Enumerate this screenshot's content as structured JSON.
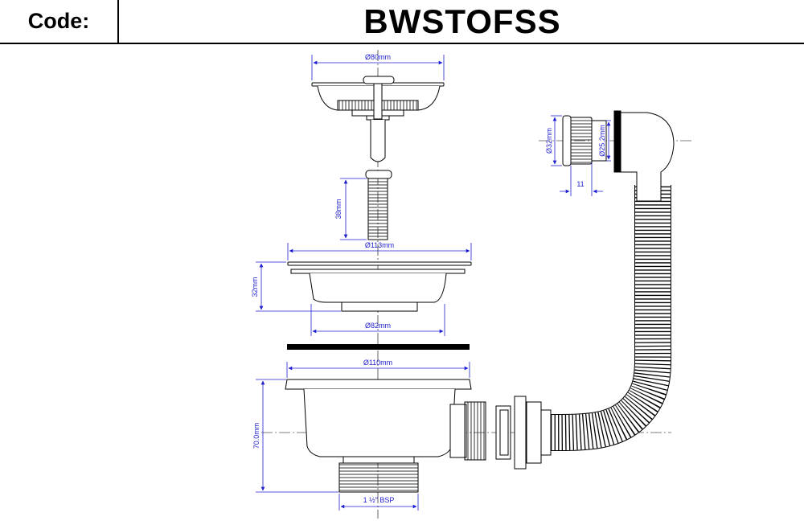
{
  "header": {
    "code_label": "Code:",
    "code_value": "BWSTOFSS"
  },
  "dimensions": {
    "d80": "Ø80mm",
    "d113": "Ø113mm",
    "d82": "Ø82mm",
    "d110": "Ø110mm",
    "h38": "38mm",
    "h32": "32mm",
    "h70": "70.0mm",
    "bsp": "1 ½\" BSP",
    "d32": "Ø32mm",
    "d25": "Ø25.2mm",
    "w11": "11"
  },
  "colors": {
    "dimension": "#1f1fd0",
    "outline": "#000000"
  }
}
